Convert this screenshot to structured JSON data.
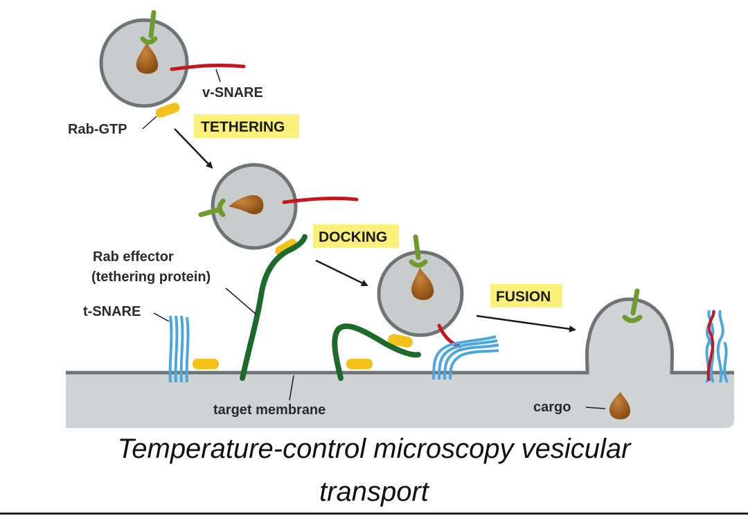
{
  "labels": {
    "v_snare": "v-SNARE",
    "rab_gtp": "Rab-GTP",
    "rab_effector_line1": "Rab effector",
    "rab_effector_line2": "(tethering protein)",
    "t_snare": "t-SNARE",
    "target_membrane": "target membrane",
    "cargo": "cargo"
  },
  "stages": {
    "tethering": "TETHERING",
    "docking": "DOCKING",
    "fusion": "FUSION"
  },
  "caption": {
    "line1": "Temperature-control microscopy vesicular",
    "line2": "transport"
  },
  "colors": {
    "membrane": "#cfd3d4",
    "membrane_edge": "#6e7374",
    "vesicle_fill": "#c9cccd",
    "vesicle_edge": "#6e7374",
    "cargo": "#a8621e",
    "v_snare": "#c4161c",
    "t_snare": "#4aa6df",
    "rab": "#f2c21a",
    "effector": "#1d6b2c",
    "receptor": "#6f9a2c",
    "stage_highlight": "#fbf07a"
  }
}
